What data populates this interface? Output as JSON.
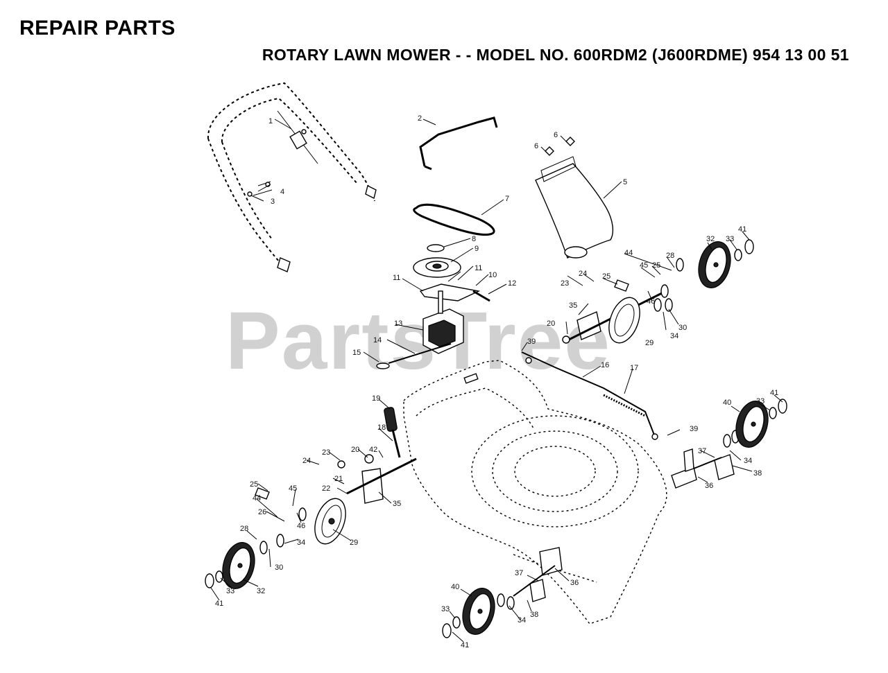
{
  "header": {
    "title": "REPAIR PARTS",
    "subtitle": "ROTARY LAWN MOWER - - MODEL NO. 600RDM2 (J600RDME) 954 13 00 51"
  },
  "watermark": "PartsTree",
  "callouts": [
    "1",
    "2",
    "3",
    "4",
    "5",
    "6",
    "6",
    "7",
    "8",
    "9",
    "11",
    "11",
    "10",
    "12",
    "13",
    "14",
    "15",
    "16",
    "17",
    "18",
    "19",
    "20",
    "20",
    "21",
    "22",
    "23",
    "23",
    "24",
    "24",
    "25",
    "25",
    "25",
    "26",
    "28",
    "28",
    "29",
    "29",
    "30",
    "30",
    "32",
    "32",
    "33",
    "33",
    "33",
    "33",
    "34",
    "34",
    "34",
    "34",
    "35",
    "35",
    "36",
    "36",
    "37",
    "37",
    "38",
    "38",
    "39",
    "39",
    "40",
    "40",
    "41",
    "41",
    "41",
    "41",
    "42",
    "44",
    "44",
    "45",
    "45",
    "46",
    "46"
  ]
}
